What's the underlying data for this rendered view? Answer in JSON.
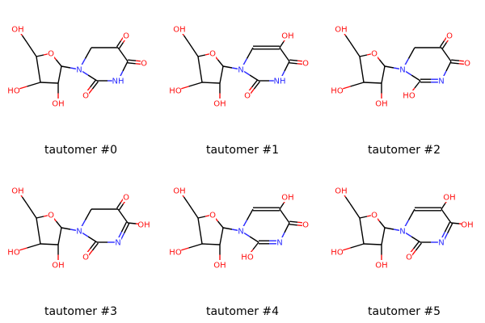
{
  "colors": {
    "carbon_bond": "#000000",
    "oxygen": "#ff0d0d",
    "nitrogen": "#2b2bff",
    "background": "#ffffff"
  },
  "atom_labels": {
    "OH": "OH",
    "HO": "HO",
    "O": "O",
    "N": "N",
    "NH": "NH"
  },
  "tautomers": [
    {
      "label": "tautomer #0",
      "variant": 0
    },
    {
      "label": "tautomer #1",
      "variant": 1
    },
    {
      "label": "tautomer #2",
      "variant": 2
    },
    {
      "label": "tautomer #3",
      "variant": 3
    },
    {
      "label": "tautomer #4",
      "variant": 4
    },
    {
      "label": "tautomer #5",
      "variant": 5
    }
  ]
}
